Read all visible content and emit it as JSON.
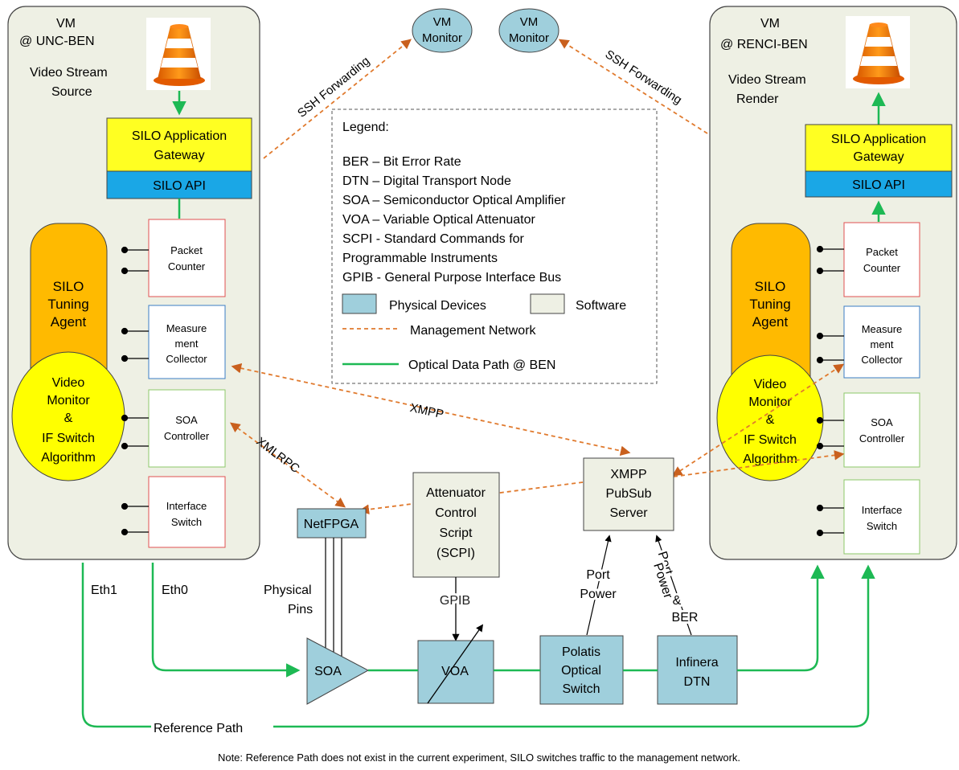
{
  "left_vm": {
    "title_line1": "VM",
    "title_line2": "@ UNC-BEN",
    "role_line1": "Video Stream",
    "role_line2": "Source",
    "gateway_line1": "SILO Application",
    "gateway_line2": "Gateway",
    "api": "SILO API",
    "tuning_agent": [
      "SILO",
      "Tuning",
      "Agent"
    ],
    "video_monitor": [
      "Video",
      "Monitor",
      "&",
      "IF Switch",
      "Algorithm"
    ],
    "packet_counter": [
      "Packet",
      "Counter"
    ],
    "measurement_collector": [
      "Measure",
      "ment",
      "Collector"
    ],
    "soa_controller": [
      "SOA",
      "Controller"
    ],
    "interface_switch": [
      "Interface",
      "Switch"
    ]
  },
  "right_vm": {
    "title_line1": "VM",
    "title_line2": "@ RENCI-BEN",
    "role_line1": "Video Stream",
    "role_line2": "Render",
    "gateway_line1": "SILO Application",
    "gateway_line2": "Gateway",
    "api": "SILO API",
    "tuning_agent": [
      "SILO",
      "Tuning",
      "Agent"
    ],
    "video_monitor": [
      "Video",
      "Monitor",
      "&",
      "IF Switch",
      "Algorithm"
    ],
    "packet_counter": [
      "Packet",
      "Counter"
    ],
    "measurement_collector": [
      "Measure",
      "ment",
      "Collector"
    ],
    "soa_controller": [
      "SOA",
      "Controller"
    ],
    "interface_switch": [
      "Interface",
      "Switch"
    ]
  },
  "vm_monitor": [
    "VM",
    "Monitor"
  ],
  "ssh_forwarding": "SSH Forwarding",
  "legend": {
    "title": "Legend:",
    "items": [
      "BER – Bit Error Rate",
      "DTN – Digital Transport Node",
      "SOA – Semiconductor Optical Amplifier",
      "VOA – Variable Optical Attenuator",
      "SCPI - Standard Commands for",
      "Programmable Instruments",
      "GPIB - General Purpose Interface Bus"
    ],
    "physical_devices": "Physical Devices",
    "software": "Software",
    "management_network": "Management Network",
    "optical_path": "Optical Data Path @ BEN"
  },
  "xmpp": "XMPP",
  "xmlrpc": "XMLRPC",
  "xmpp_server": [
    "XMPP",
    "PubSub",
    "Server"
  ],
  "netfpga": "NetFPGA",
  "attenuator": [
    "Attenuator",
    "Control",
    "Script",
    "(SCPI)"
  ],
  "gpib": "GPIB",
  "physical_pins": [
    "Physical",
    "Pins"
  ],
  "soa": "SOA",
  "voa": "VOA",
  "polatis": [
    "Polatis",
    "Optical",
    "Switch"
  ],
  "infinera": [
    "Infinera",
    "DTN"
  ],
  "port_power": [
    "Port",
    "Power"
  ],
  "port_power_ber": [
    "Port",
    "Power",
    "&",
    "BER"
  ],
  "eth1": "Eth1",
  "eth0": "Eth0",
  "reference_path": "Reference Path",
  "note": "Note: Reference Path does not exist in the current experiment, SILO switches traffic to the management network.",
  "colors": {
    "vm_bg": "#eef0e4",
    "gateway": "#ffff22",
    "api": "#1aa7e6",
    "tuning_agent": "#ffba00",
    "video_monitor": "#ffff00",
    "physical": "#9fcfdc",
    "software": "#eef0e4",
    "management": "#e07a2e",
    "optical": "#1db954"
  }
}
